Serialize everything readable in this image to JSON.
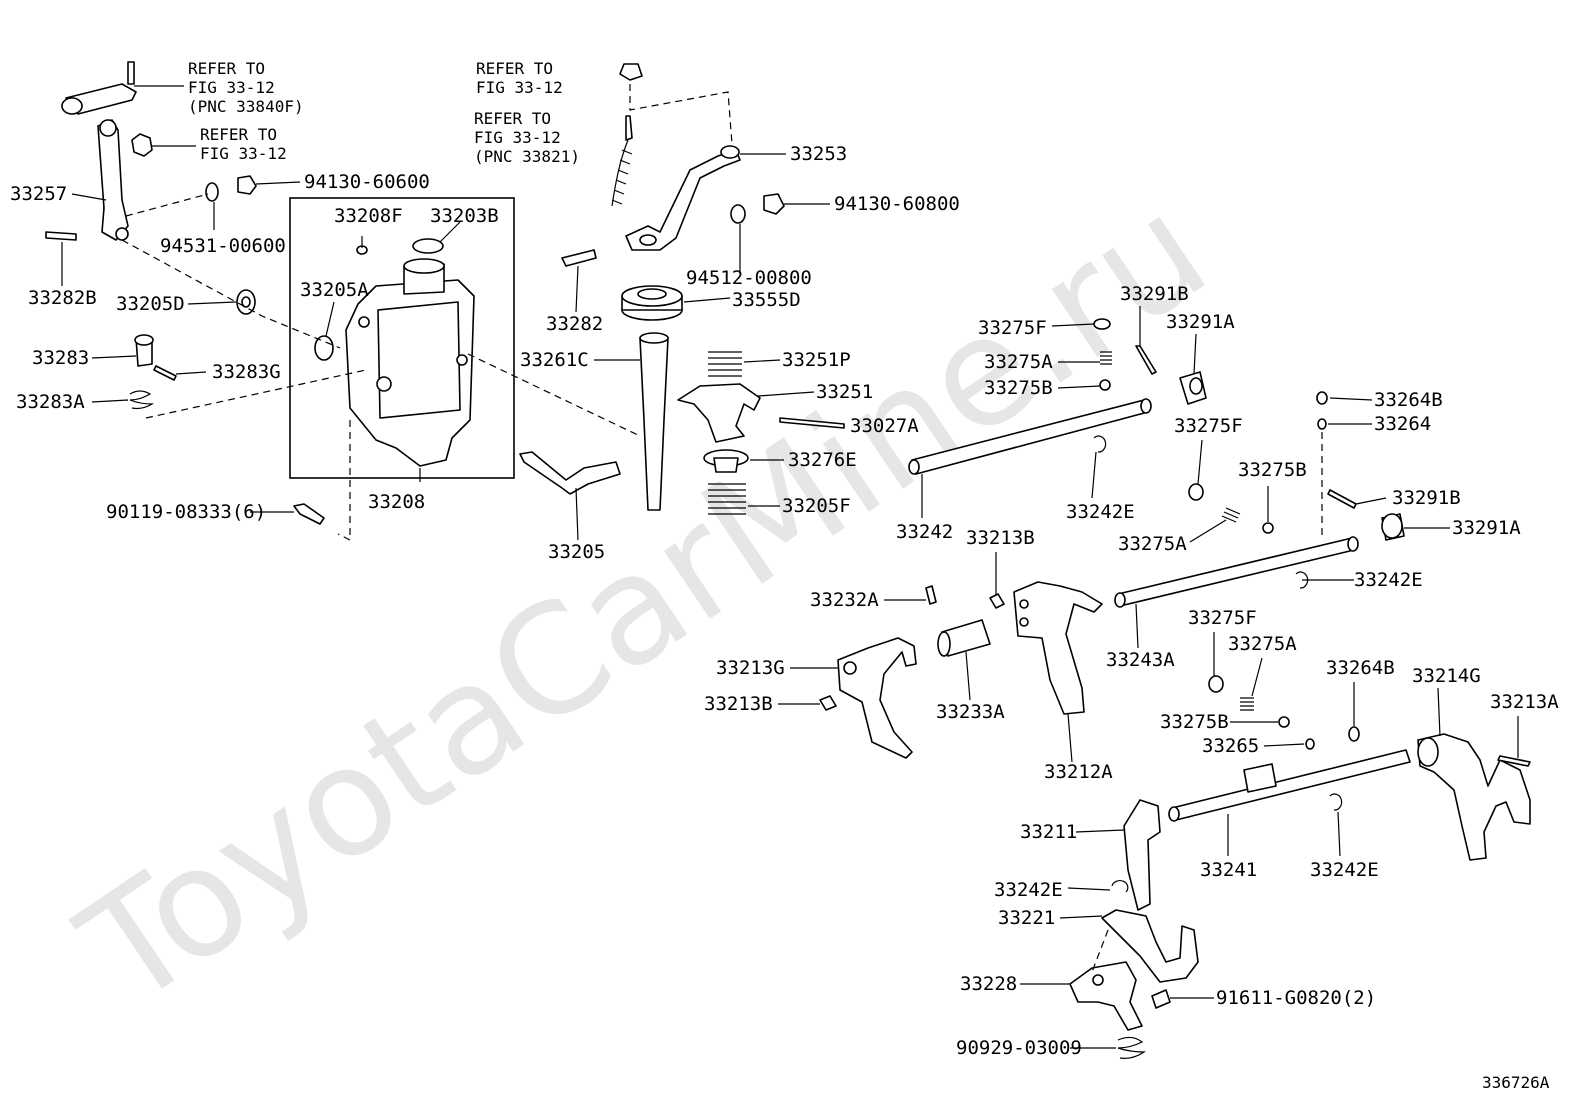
{
  "watermark": "ToyotaCarMine.ru",
  "figure_id": "336726A",
  "refs": {
    "r1": [
      "REFER TO",
      "FIG 33-12",
      "(PNC 33840F)"
    ],
    "r2": [
      "REFER TO",
      "FIG 33-12"
    ],
    "r3": [
      "REFER TO",
      "FIG 33-12"
    ],
    "r4": [
      "REFER TO",
      "FIG 33-12",
      "(PNC 33821)"
    ]
  },
  "labels": {
    "l33257": "33257",
    "l94130_60600": "94130-60600",
    "l94531_00600": "94531-00600",
    "l33282B": "33282B",
    "l33205D": "33205D",
    "l33283": "33283",
    "l33283G": "33283G",
    "l33283A": "33283A",
    "l33208F": "33208F",
    "l33203B": "33203B",
    "l33205A": "33205A",
    "l33208": "33208",
    "l90119": "90119-08333(6)",
    "l33253": "33253",
    "l94130_60800": "94130-60800",
    "l94512_00800": "94512-00800",
    "l33555D": "33555D",
    "l33282": "33282",
    "l33261C": "33261C",
    "l33251P": "33251P",
    "l33251": "33251",
    "l33027A": "33027A",
    "l33276E": "33276E",
    "l33205F": "33205F",
    "l33205": "33205",
    "l33291B_a": "33291B",
    "l33291A_a": "33291A",
    "l33275F_a": "33275F",
    "l33275A_a": "33275A",
    "l33275B_a": "33275B",
    "l33275F_b": "33275F",
    "l33264B_a": "33264B",
    "l33264": "33264",
    "l33242": "33242",
    "l33242E_a": "33242E",
    "l33275B_b": "33275B",
    "l33291B_b": "33291B",
    "l33291A_b": "33291A",
    "l33275A_b": "33275A",
    "l33213B_a": "33213B",
    "l33242E_b": "33242E",
    "l33232A": "33232A",
    "l33243A": "33243A",
    "l33275F_c": "33275F",
    "l33275A_c": "33275A",
    "l33264B_b": "33264B",
    "l33214G": "33214G",
    "l33213A": "33213A",
    "l33213G": "33213G",
    "l33213B_b": "33213B",
    "l33233A": "33233A",
    "l33212A": "33212A",
    "l33275B_c": "33275B",
    "l33265": "33265",
    "l33211": "33211",
    "l33241": "33241",
    "l33242E_c": "33242E",
    "l33242E_d": "33242E",
    "l33221": "33221",
    "l33228": "33228",
    "l91611": "91611-G0820(2)",
    "l90929": "90929-03009"
  }
}
